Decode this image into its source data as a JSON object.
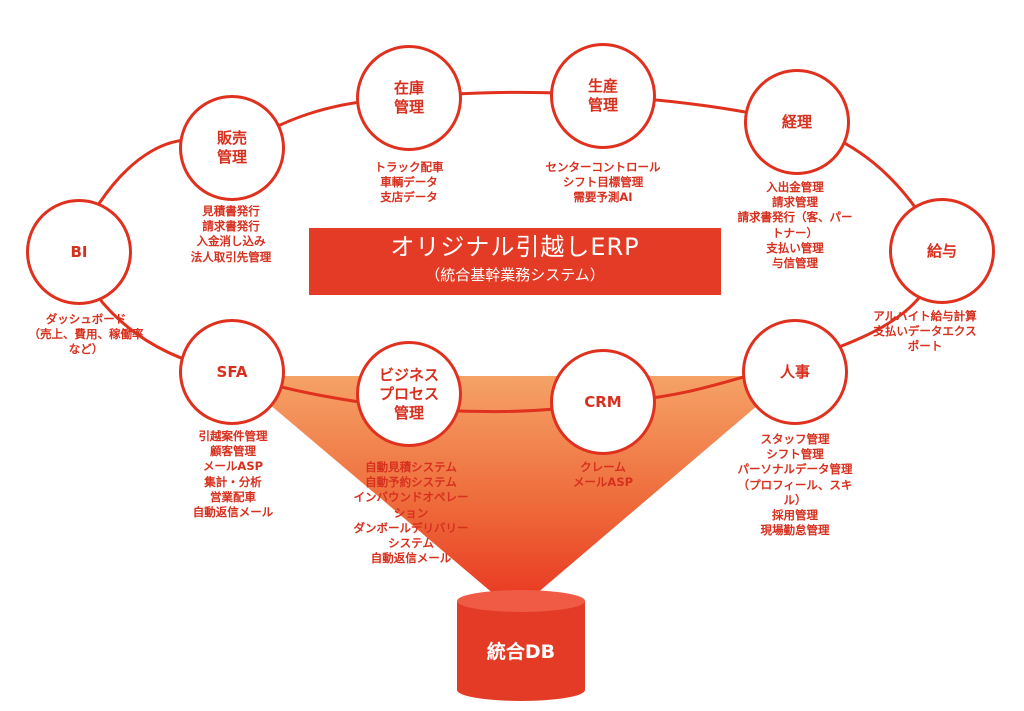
{
  "diagram": {
    "center": {
      "title": "オリジナル引越しERP",
      "subtitle": "（統合基幹業務システム）"
    },
    "database": {
      "label": "統合DB"
    },
    "nodes": {
      "inventory": {
        "label": "在庫\n管理",
        "details": "トラック配車\n車輌データ\n支店データ"
      },
      "production": {
        "label": "生産\n管理",
        "details": "センターコントロール\nシフト目標管理\n需要予測AI"
      },
      "sales": {
        "label": "販売\n管理",
        "details": "見積書発行\n請求書発行\n入金消し込み\n法人取引先管理"
      },
      "accounting": {
        "label": "経理",
        "details": "入出金管理\n請求管理\n請求書発行（客、パー\nトナー）\n支払い管理\n与信管理"
      },
      "bi": {
        "label": "BI",
        "details": "ダッシュボード\n（売上、費用、稼働率\nなど）"
      },
      "payroll": {
        "label": "給与",
        "details": "アルバイト給与計算\n支払いデータエクス\nポート"
      },
      "sfa": {
        "label": "SFA",
        "details": "引越案件管理\n顧客管理\nメールASP\n集計・分析\n営業配車\n自動返信メール"
      },
      "bpm": {
        "label": "ビジネス\nプロセス\n管理",
        "details": "自動見積システム\n自動予約システム\nインバウンドオペレー\nション\nダンボールデリバリー\nシステム\n自動返信メール"
      },
      "crm": {
        "label": "CRM",
        "details": "クレーム\nメールASP"
      },
      "hr": {
        "label": "人事",
        "details": "スタッフ管理\nシフト管理\nパーソナルデータ管理\n（プロフィール、スキ\nル）\n採用管理\n現場勤怠管理"
      }
    }
  }
}
